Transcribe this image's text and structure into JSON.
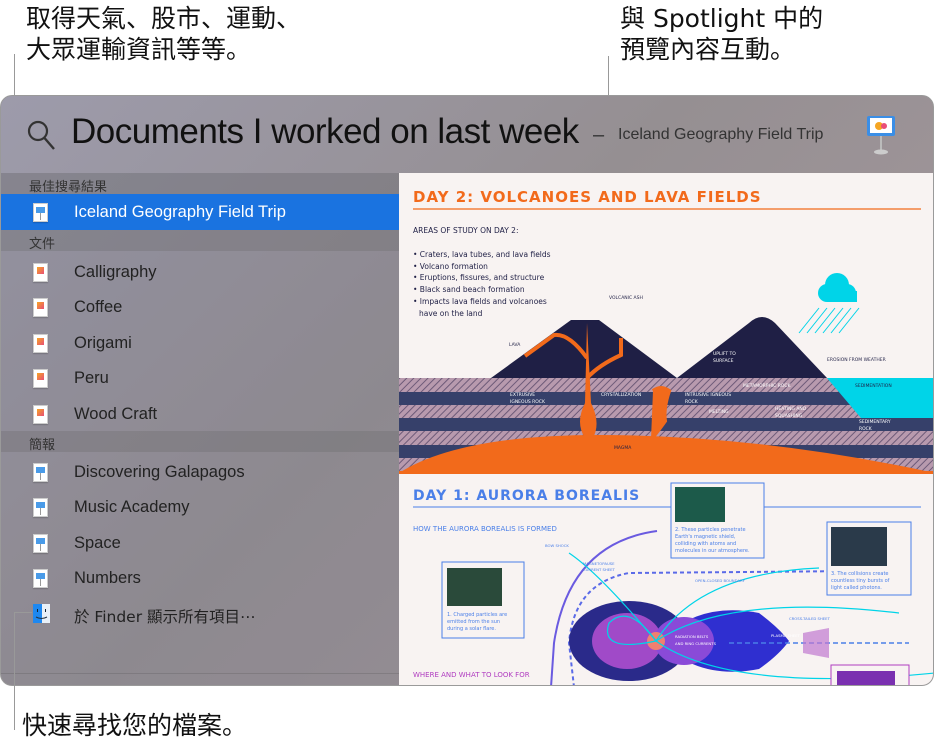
{
  "callouts": {
    "top_left": [
      "取得天氣、股市、運動、",
      "大眾運輸資訊等等。"
    ],
    "top_right": [
      "與 Spotlight 中的",
      "預覽內容互動。"
    ],
    "bottom": "快速尋找您的檔案。"
  },
  "search": {
    "icon": "magnifying-glass-icon",
    "query": "Documents I worked on last week",
    "dash": "–",
    "selected_title": "Iceland Geography Field Trip",
    "app_icon": "keynote-icon"
  },
  "sidebar": {
    "sections": [
      {
        "title": "最佳搜尋結果",
        "items": [
          {
            "label": "Iceland Geography Field Trip",
            "icon": "keynote-icon",
            "selected": true
          }
        ]
      },
      {
        "title": "文件",
        "items": [
          {
            "label": "Calligraphy",
            "icon": "pages-icon"
          },
          {
            "label": "Coffee",
            "icon": "pages-icon"
          },
          {
            "label": "Origami",
            "icon": "pages-icon"
          },
          {
            "label": "Peru",
            "icon": "pages-icon"
          },
          {
            "label": "Wood Craft",
            "icon": "pages-icon"
          }
        ]
      },
      {
        "title": "簡報",
        "items": [
          {
            "label": "Discovering Galapagos",
            "icon": "keynote-icon"
          },
          {
            "label": "Music Academy",
            "icon": "keynote-icon"
          },
          {
            "label": "Space",
            "icon": "keynote-icon"
          },
          {
            "label": "Numbers",
            "icon": "keynote-icon"
          }
        ]
      }
    ],
    "show_all": {
      "label": "於 Finder 顯示所有項目⋯",
      "icon": "finder-icon"
    }
  },
  "preview": {
    "day2": {
      "title": "DAY 2: VOLCANOES AND LAVA FIELDS",
      "subtitle": "AREAS OF STUDY ON DAY 2:",
      "bullets": [
        "• Craters, lava tubes, and lava fields",
        "• Volcano formation",
        "• Eruptions, fissures, and structure",
        "• Black sand beach formation",
        "• Impacts lava fields and volcanoes",
        "   have on the land"
      ],
      "labels": {
        "ash": "VOLCANIC ASH",
        "lava": "LAVA",
        "uplift1": "UPLIFT TO",
        "uplift2": "SURFACE",
        "erosion": "EROSION FROM WEATHER",
        "sedimentation": "SEDIMENTATION",
        "extrusive1": "EXTRUSIVE",
        "extrusive2": "IGNEOUS ROCK",
        "crystallization": "CRYSTALLIZATION",
        "intrusive1": "INTRUSIVE IGNEOUS",
        "intrusive2": "ROCK",
        "metamorphic": "METAMORPHIC ROCK",
        "melting": "MELTING",
        "heating1": "HEATING AND",
        "heating2": "SQUASHING",
        "sedimentary1": "SEDIMENTARY",
        "sedimentary2": "ROCK",
        "magma": "MAGMA"
      }
    },
    "day1": {
      "title": "DAY 1: AURORA BOREALIS",
      "subtitle": "HOW THE AURORA BOREALIS IS FORMED",
      "footer": "WHERE AND WHAT TO LOOK FOR",
      "cards": [
        [
          "1. Charged particles are",
          "emitted from the sun",
          "during a solar flare."
        ],
        [
          "2. These particles penetrate",
          "Earth's magnetic shield,",
          "colliding with atoms and",
          "molecules in our atmosphere."
        ],
        [
          "3. The collisions create",
          "countless tiny bursts of",
          "light called photons."
        ]
      ],
      "labels": {
        "bow": "BOW SHOCK",
        "mag1": "MAGNETOPAUSE",
        "mag2": "CURRENT SHEET",
        "open": "OPEN-CLOSED BOUNDARY",
        "cross": "CROSS-TAILED SHEET",
        "plasma": "PLASMA SHEET",
        "rad1": "RADIATION BELTS",
        "rad2": "AND RING CURRENTS"
      }
    },
    "colors": {
      "orange": "#f26a1b",
      "navy": "#1f1f45",
      "cyan": "#00d4e8",
      "blue": "#4a7fe8",
      "purple": "#b03cc0"
    }
  }
}
